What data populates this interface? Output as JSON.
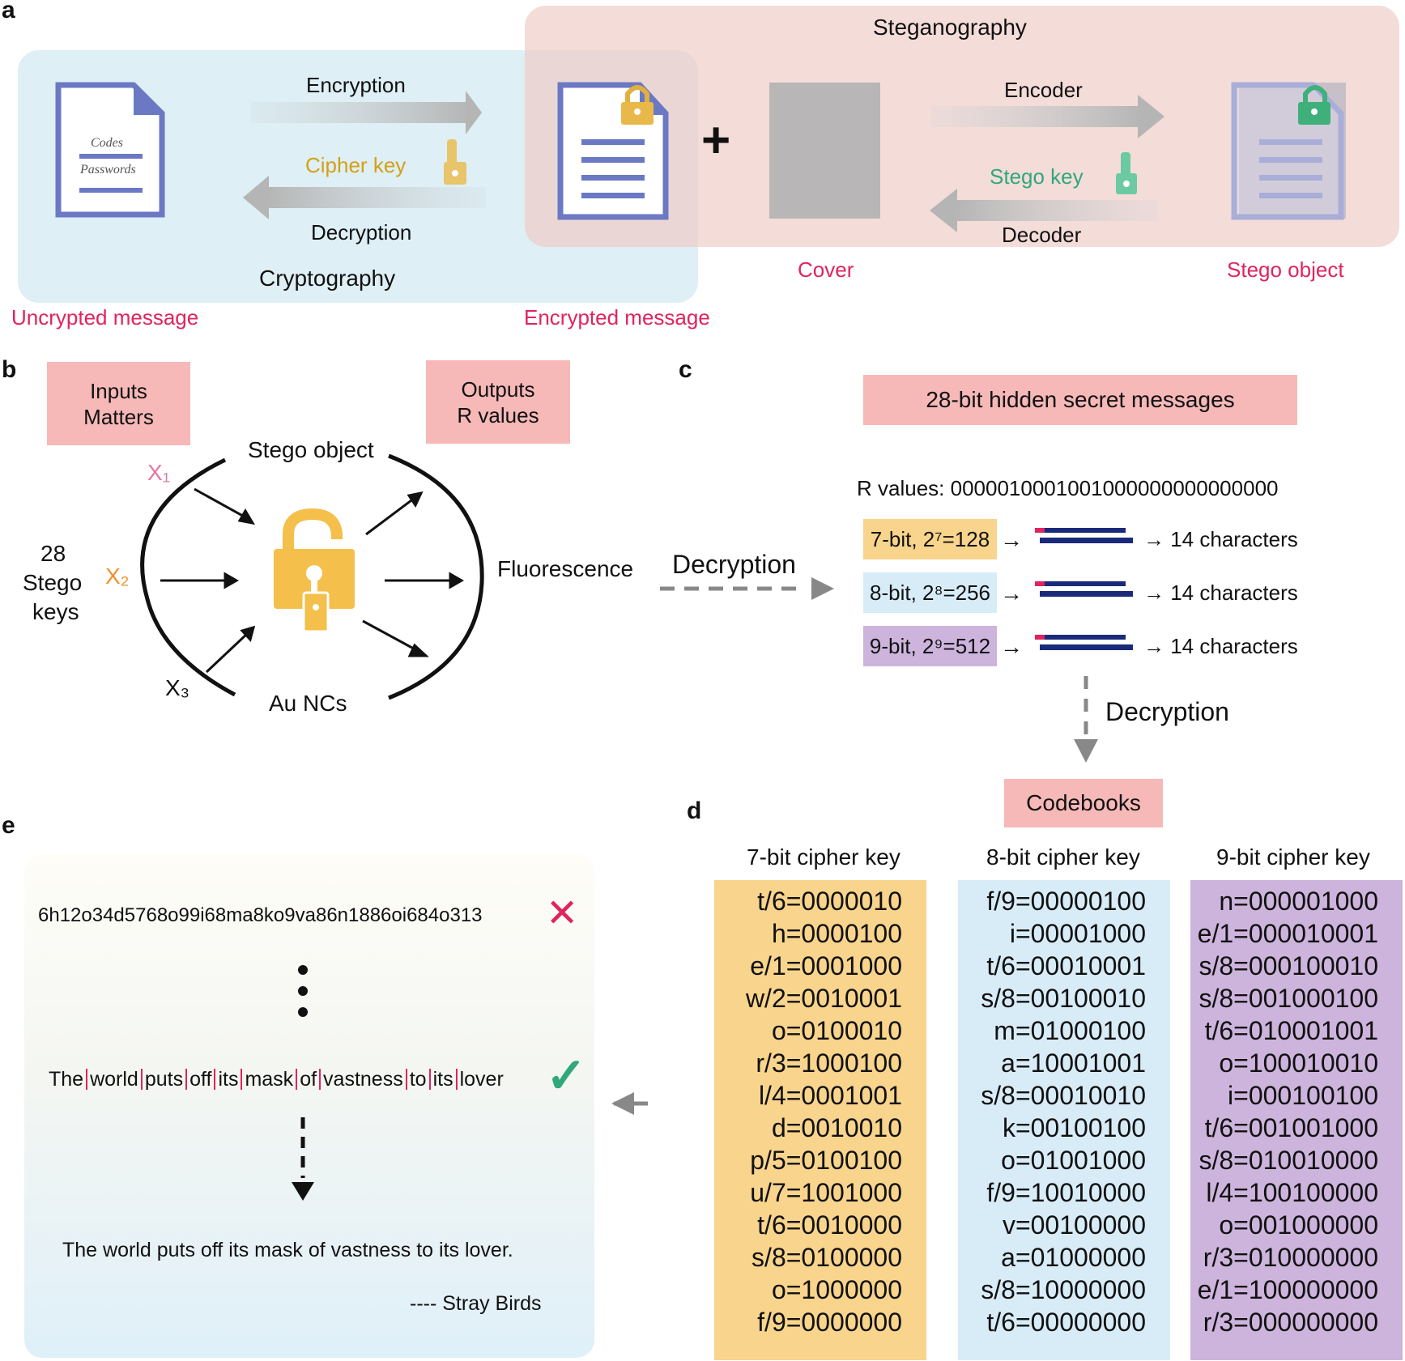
{
  "panels": {
    "a": "a",
    "b": "b",
    "c": "c",
    "d": "d",
    "e": "e"
  },
  "colors": {
    "crypto_bg": "#deeff5",
    "stego_bg": "#f5ddd9",
    "label_pink": "#e0245e",
    "cipher_gold": "#d4a017",
    "stego_teal": "#2fa87c",
    "header_box": "#f7b8b8",
    "col_7bit": "#f8d48c",
    "col_8bit": "#d8ecf8",
    "col_9bit": "#cdb4dc",
    "doc_blue": "#6b78c4",
    "bar_navy": "#1a2a7a",
    "bar_red": "#e0245e"
  },
  "a": {
    "steganography": "Steganography",
    "cryptography": "Cryptography",
    "encryption": "Encryption",
    "decryption": "Decryption",
    "cipher_key": "Cipher key",
    "encoder": "Encoder",
    "decoder": "Decoder",
    "stego_key": "Stego key",
    "plus": "+",
    "doc_line1": "Codes",
    "doc_line2": "Passwords",
    "uncrypted": "Uncrypted message",
    "encrypted": "Encrypted message",
    "cover": "Cover",
    "stego_object": "Stego object"
  },
  "b": {
    "inputs_line1": "Inputs",
    "inputs_line2": "Matters",
    "outputs_line1": "Outputs",
    "outputs_line2": "R values",
    "stego_object": "Stego object",
    "keys_line1": "28",
    "keys_line2": "Stego",
    "keys_line3": "keys",
    "x1": "X₁",
    "x2": "X₂",
    "x3": "X₃",
    "au": "Au NCs",
    "fluorescence": "Fluorescence",
    "decryption": "Decryption"
  },
  "c": {
    "header": "28-bit hidden secret messages",
    "r_values": "R values: 0000010001001000000000000000",
    "rows": [
      {
        "label": "7-bit, 2⁷=128",
        "arrow": "→",
        "chars": "→ 14 characters"
      },
      {
        "label": "8-bit, 2⁸=256",
        "arrow": "→",
        "chars": "→ 14 characters"
      },
      {
        "label": "9-bit, 2⁹=512",
        "arrow": "→",
        "chars": "→ 14 characters"
      }
    ],
    "decryption": "Decryption",
    "codebooks": "Codebooks"
  },
  "d": {
    "columns": [
      {
        "title": "7-bit cipher key",
        "rows": [
          "t/6=0000010",
          "h=0000100",
          "e/1=0001000",
          "w/2=0010001",
          "o=0100010",
          "r/3=1000100",
          "l/4=0001001",
          "d=0010010",
          "p/5=0100100",
          "u/7=1001000",
          "t/6=0010000",
          "s/8=0100000",
          "o=1000000",
          "f/9=0000000"
        ]
      },
      {
        "title": "8-bit cipher key",
        "rows": [
          "f/9=00000100",
          "i=00001000",
          "t/6=00010001",
          "s/8=00100010",
          "m=01000100",
          "a=10001001",
          "s/8=00010010",
          "k=00100100",
          "o=01001000",
          "f/9=10010000",
          "v=00100000",
          "a=01000000",
          "s/8=10000000",
          "t/6=00000000"
        ]
      },
      {
        "title": "9-bit cipher key",
        "rows": [
          "n=000001000",
          "e/1=000010001",
          "s/8=000100010",
          "s/8=001000100",
          "t/6=010001001",
          "o=100010010",
          "i=000100100",
          "t/6=001001000",
          "s/8=010010000",
          "l/4=100100000",
          "o=001000000",
          "r/3=010000000",
          "e/1=100000000",
          "r/3=000000000"
        ]
      }
    ]
  },
  "e": {
    "garbled": "6h12o34d5768o99i68ma8ko9va86n1886oi684o313",
    "words": [
      "The",
      "world",
      "puts",
      "off",
      "its",
      "mask",
      "of",
      "vastness",
      "to",
      "its",
      "lover"
    ],
    "sentence": "The world puts off its mask of vastness to its lover.",
    "attribution": "---- Stray Birds",
    "cross": "✕",
    "check": "✓"
  }
}
